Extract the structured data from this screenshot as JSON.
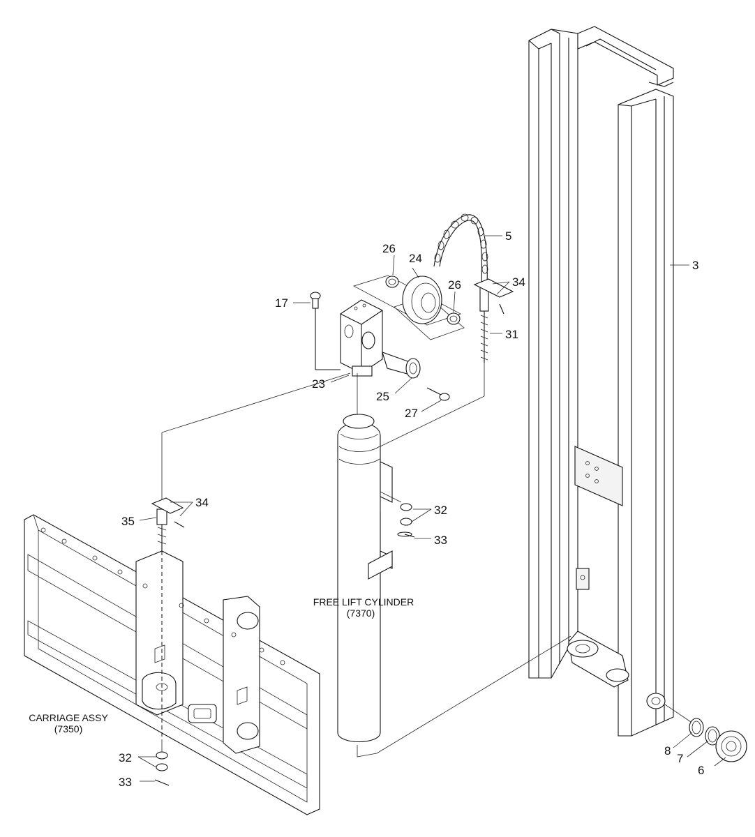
{
  "diagram": {
    "assemblies": {
      "free_lift_cylinder": {
        "name": "FREE LIFT CYLINDER",
        "code": "(7370)"
      },
      "carriage_assy": {
        "name": "CARRIAGE ASSY",
        "code": "(7350)"
      }
    },
    "callouts": {
      "p3": "3",
      "p5": "5",
      "p6": "6",
      "p7": "7",
      "p8": "8",
      "p17": "17",
      "p23": "23",
      "p24": "24",
      "p25": "25",
      "p26a": "26",
      "p26b": "26",
      "p27": "27",
      "p31": "31",
      "p32a": "32",
      "p32b": "32",
      "p33a": "33",
      "p33b": "33",
      "p34a": "34",
      "p34b": "34",
      "p35": "35"
    }
  }
}
